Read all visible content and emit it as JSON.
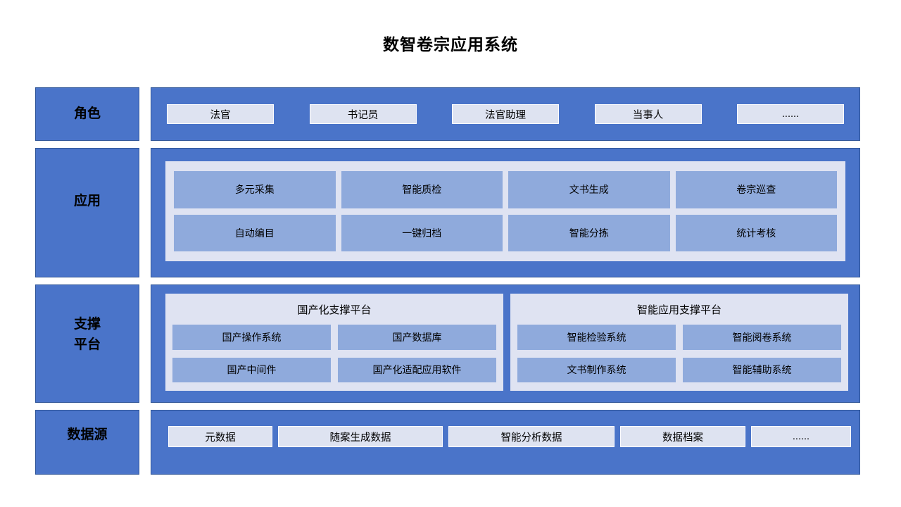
{
  "title": "数智卷宗应用系统",
  "colors": {
    "row_fill": "#4A74C9",
    "row_border": "#2F5597",
    "panel_fill": "#DFE3F2",
    "cell_fill": "#8FAADC",
    "pill_fill": "#DEE3F1",
    "text": "#000000"
  },
  "roles": {
    "label": "角色",
    "items": [
      "法官",
      "书记员",
      "法官助理",
      "当事人",
      "......"
    ]
  },
  "applications": {
    "label": "应用",
    "row1": [
      "多元采集",
      "智能质检",
      "文书生成",
      "卷宗巡查"
    ],
    "row2": [
      "自动编目",
      "一键归档",
      "智能分拣",
      "统计考核"
    ]
  },
  "support": {
    "label_lines": [
      "支撑",
      "平台"
    ],
    "panels": [
      {
        "title": "国产化支撑平台",
        "items": [
          "国产操作系统",
          "国产数据库",
          "国产中间件",
          "国产化适配应用软件"
        ]
      },
      {
        "title": "智能应用支撑平台",
        "items": [
          "智能检验系统",
          "智能阅卷系统",
          "文书制作系统",
          "智能辅助系统"
        ]
      }
    ]
  },
  "datasources": {
    "label": "数据源",
    "items": [
      "元数据",
      "随案生成数据",
      "智能分析数据",
      "数据档案",
      "......"
    ]
  }
}
